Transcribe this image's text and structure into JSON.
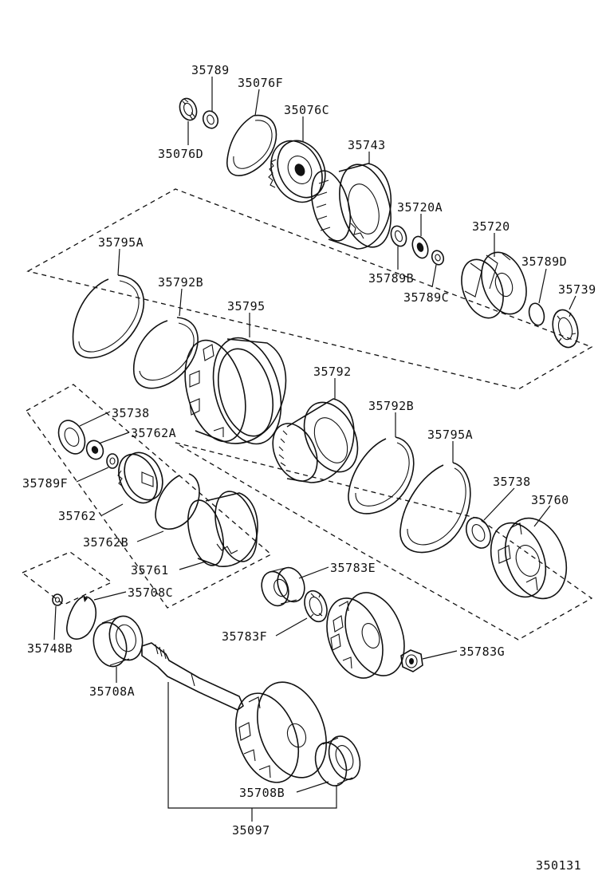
{
  "diagram_code": "350131",
  "labels": {
    "p35789": "35789",
    "p35076F": "35076F",
    "p35076C": "35076C",
    "p35076D": "35076D",
    "p35743": "35743",
    "p35720A": "35720A",
    "p35720": "35720",
    "p35789D": "35789D",
    "p35739": "35739",
    "p35789B": "35789B",
    "p35789C": "35789C",
    "p35795A_top": "35795A",
    "p35792B_top": "35792B",
    "p35795": "35795",
    "p35792": "35792",
    "p35792B_right": "35792B",
    "p35795A_right": "35795A",
    "p35738_left": "35738",
    "p35762A": "35762A",
    "p35789F": "35789F",
    "p35762": "35762",
    "p35762B": "35762B",
    "p35761": "35761",
    "p35738_right": "35738",
    "p35760": "35760",
    "p35783E": "35783E",
    "p35708C": "35708C",
    "p35748B": "35748B",
    "p35783F": "35783F",
    "p35783G": "35783G",
    "p35708A": "35708A",
    "p35708B": "35708B",
    "p35097": "35097"
  }
}
